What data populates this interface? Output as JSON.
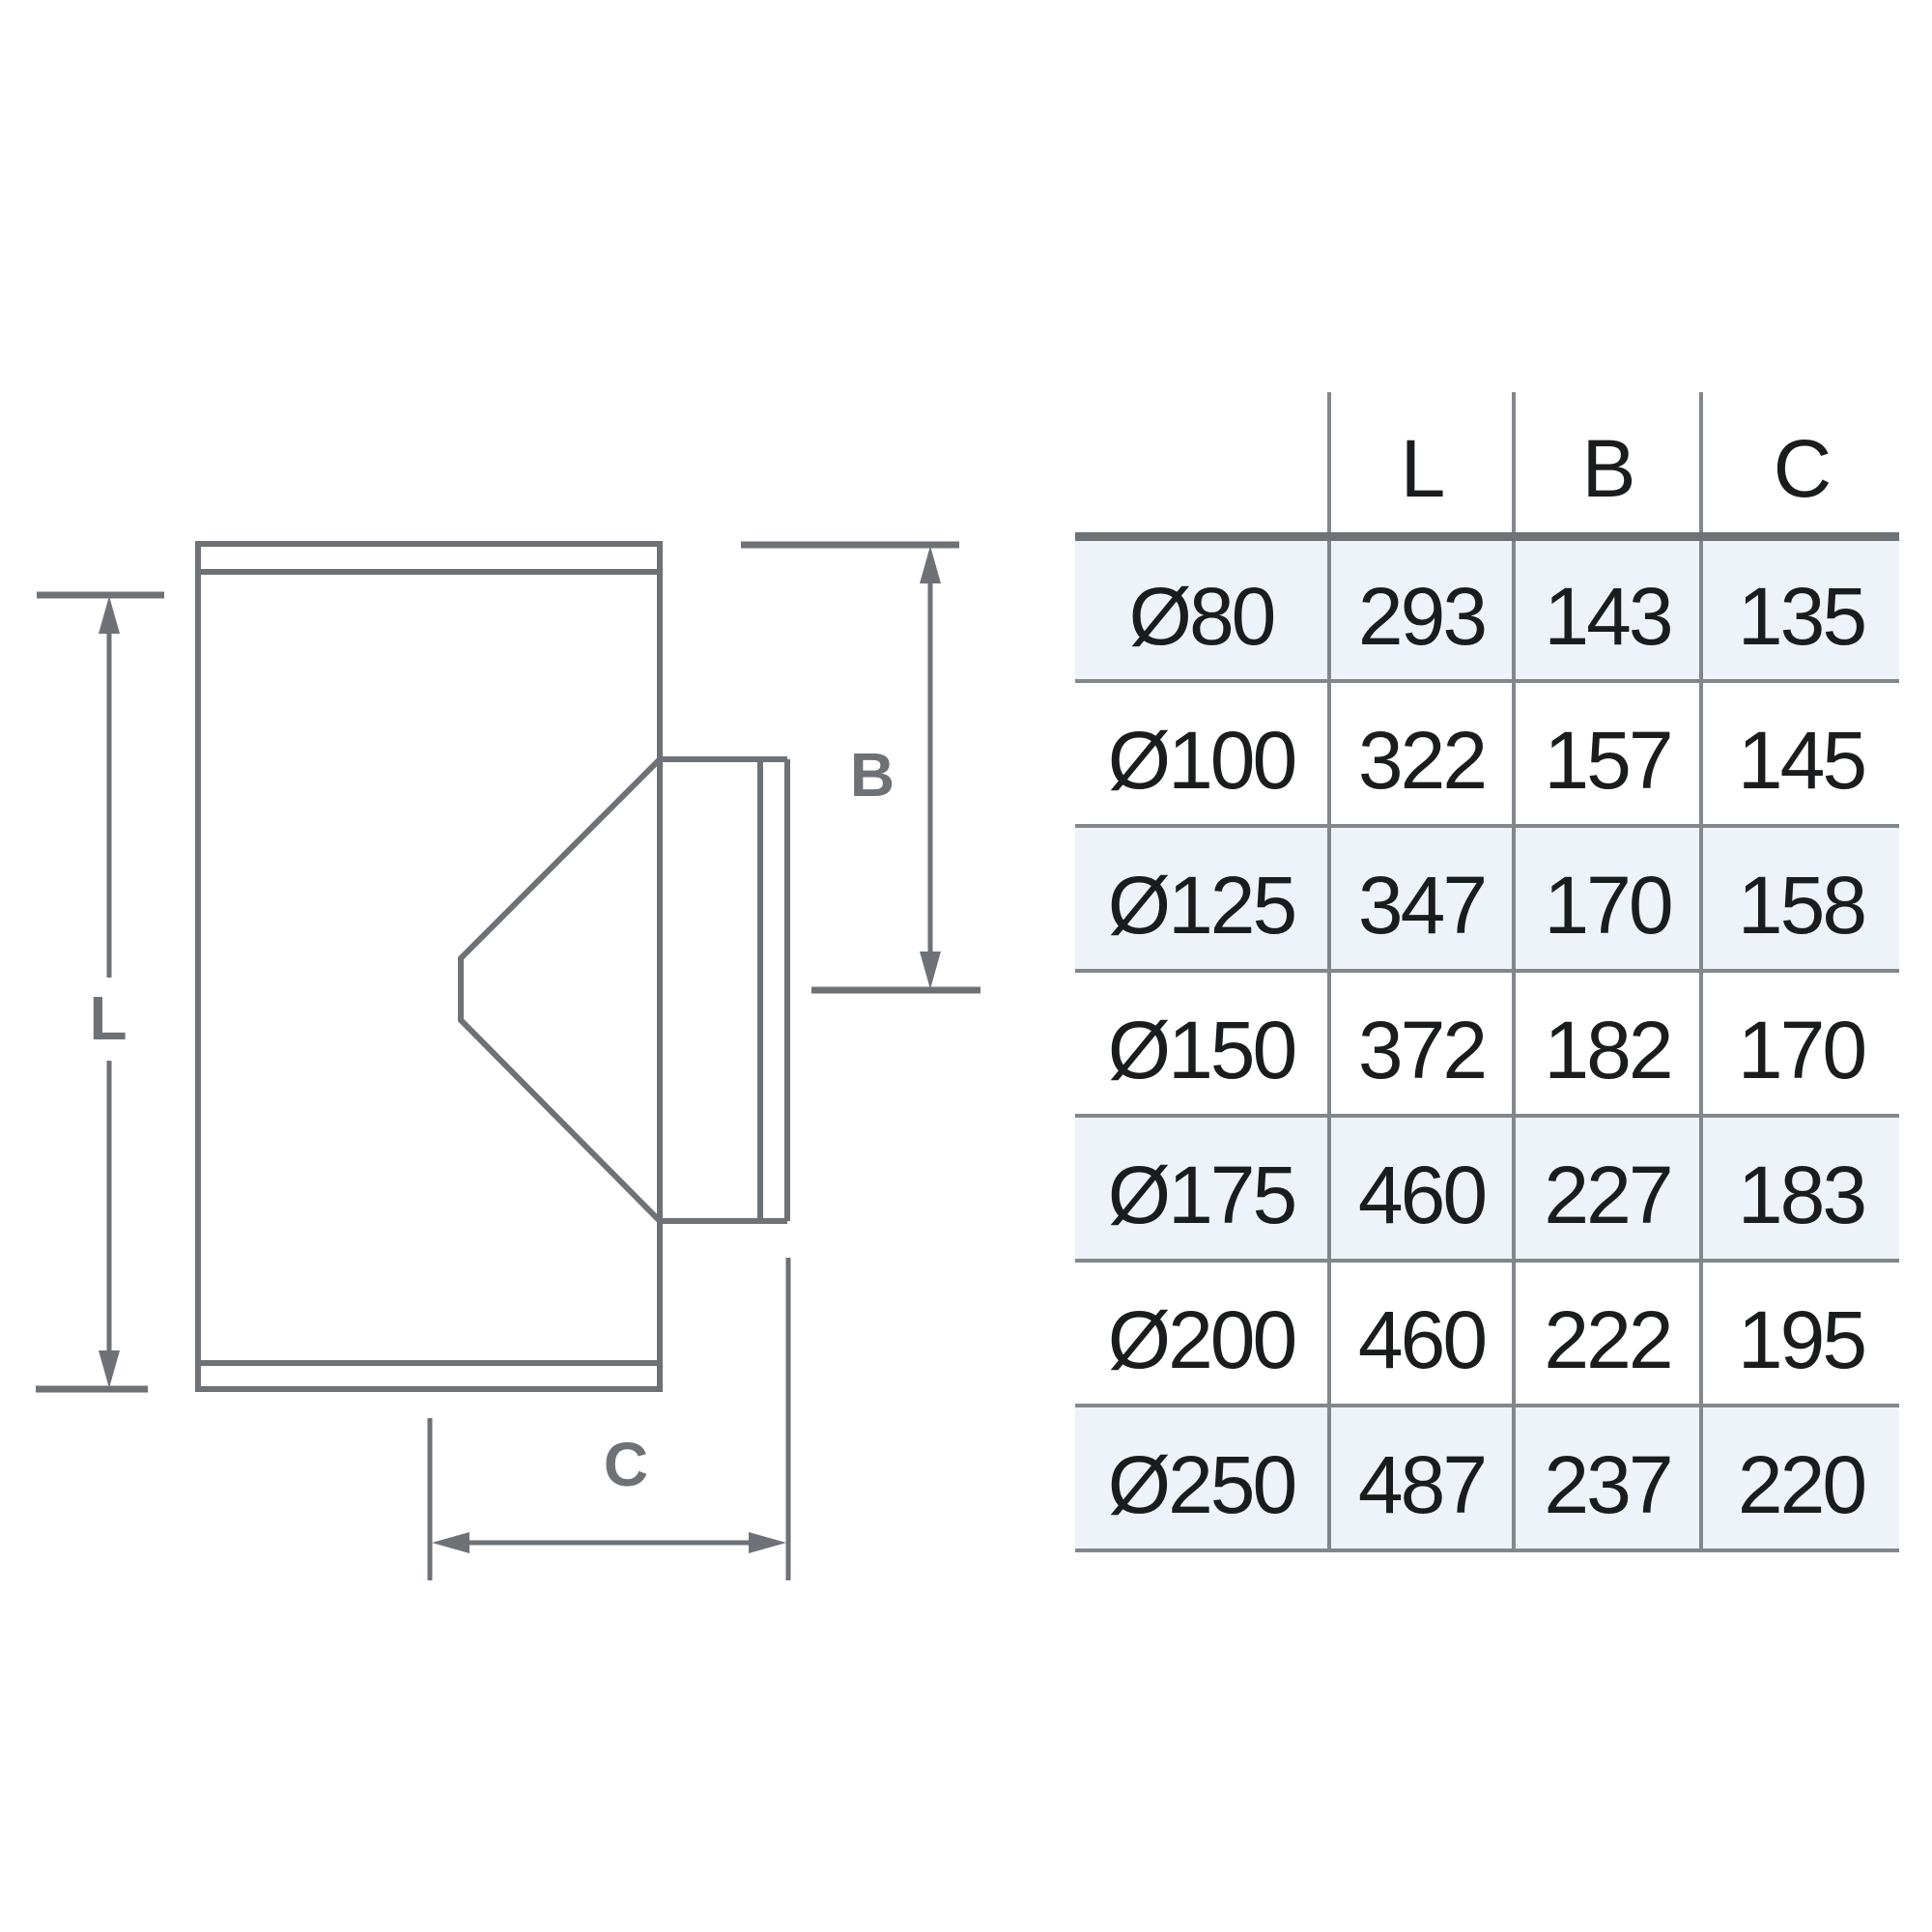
{
  "diagram": {
    "labels": {
      "length": "L",
      "branch": "B",
      "offset": "C"
    },
    "colors": {
      "line": "#6e7276",
      "label": "#6e7276"
    }
  },
  "table": {
    "header": {
      "diameter": "",
      "columns": [
        "L",
        "B",
        "C"
      ]
    },
    "rows": [
      {
        "diameter": "Ø80",
        "L": "293",
        "B": "143",
        "C": "135"
      },
      {
        "diameter": "Ø100",
        "L": "322",
        "B": "157",
        "C": "145"
      },
      {
        "diameter": "Ø125",
        "L": "347",
        "B": "170",
        "C": "158"
      },
      {
        "diameter": "Ø150",
        "L": "372",
        "B": "182",
        "C": "170"
      },
      {
        "diameter": "Ø175",
        "L": "460",
        "B": "227",
        "C": "183"
      },
      {
        "diameter": "Ø200",
        "L": "460",
        "B": "222",
        "C": "195"
      },
      {
        "diameter": "Ø250",
        "L": "487",
        "B": "237",
        "C": "220"
      }
    ],
    "colors": {
      "alt_row_bg": "#edf3f8",
      "grid": "#82878b",
      "header_rule": "#6d7276",
      "text": "#1a1c1d"
    }
  }
}
